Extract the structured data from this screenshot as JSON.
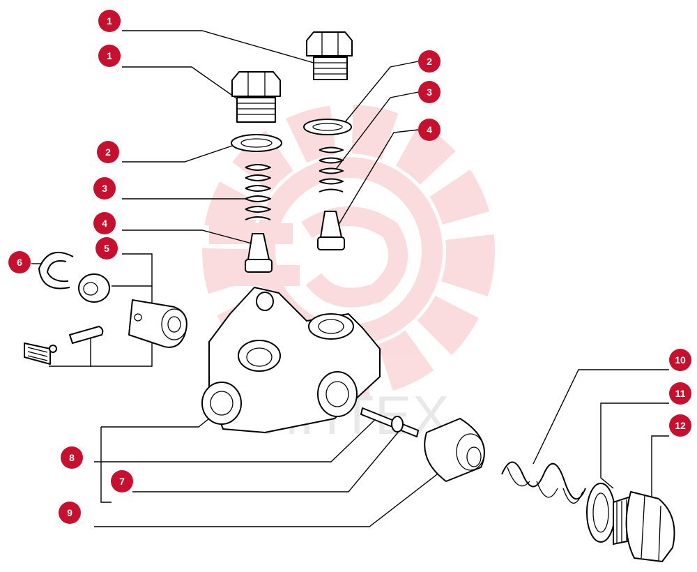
{
  "colors": {
    "callout": "#c8102e",
    "watermark_gear": "#fbd9db",
    "watermark_text": "#e8e8e8"
  },
  "watermark": {
    "text": "ИНТЕХ"
  },
  "callouts": [
    {
      "label": "1"
    },
    {
      "label": "1"
    },
    {
      "label": "2"
    },
    {
      "label": "2"
    },
    {
      "label": "3"
    },
    {
      "label": "3"
    },
    {
      "label": "4"
    },
    {
      "label": "4"
    },
    {
      "label": "5"
    },
    {
      "label": "6"
    },
    {
      "label": "8"
    },
    {
      "label": "7"
    },
    {
      "label": "9"
    },
    {
      "label": "10"
    },
    {
      "label": "11"
    },
    {
      "label": "12"
    }
  ]
}
